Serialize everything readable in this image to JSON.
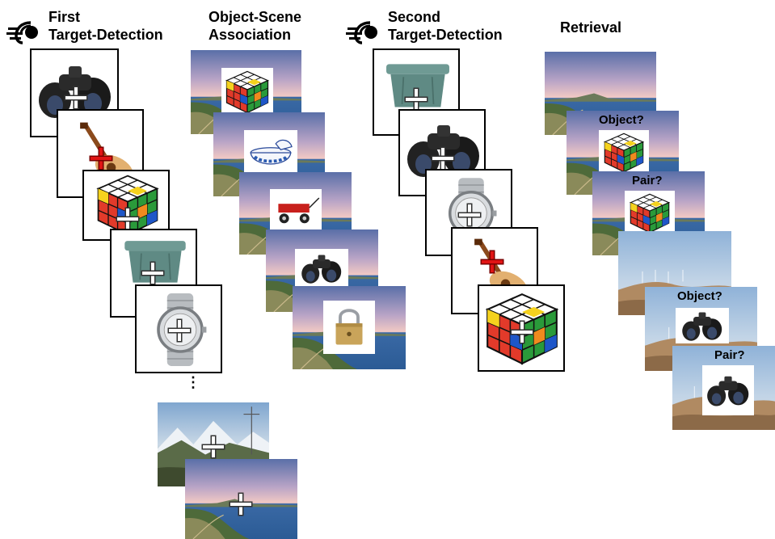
{
  "columns": {
    "first": {
      "line1": "First",
      "line2": "Target-Detection"
    },
    "assoc": {
      "line1": "Object-Scene",
      "line2": "Association"
    },
    "second": {
      "line1": "Second",
      "line2": "Target-Detection"
    },
    "retrieval": {
      "line1": "Retrieval"
    }
  },
  "icons": {
    "first": "headphones-hearing-icon",
    "second": "headphones-hearing-icon"
  },
  "retrieval_prompts": {
    "object": "Object?",
    "pair": "Pair?"
  },
  "continuation": "⋮",
  "colors": {
    "target_cross": "#e01414",
    "fixation_cross": "#ffffff"
  }
}
